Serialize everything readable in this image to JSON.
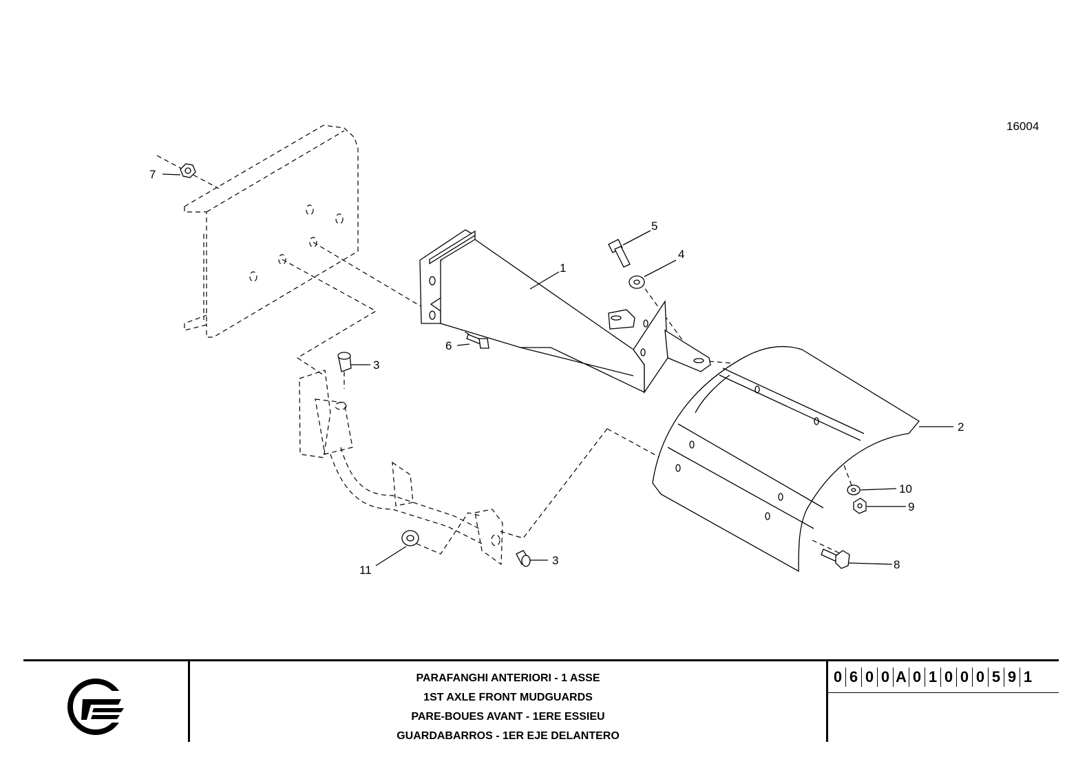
{
  "figure_number": "16004",
  "callouts": [
    "1",
    "2",
    "3",
    "3",
    "4",
    "5",
    "6",
    "7",
    "8",
    "9",
    "10",
    "11"
  ],
  "title_lines": [
    "PARAFANGHI ANTERIORI - 1 ASSE",
    "1ST AXLE FRONT MUDGUARDS",
    "PARE-BOUES AVANT - 1ERE ESSIEU",
    "GUARDABARROS - 1ER EJE DELANTERO"
  ],
  "drawing_code": [
    "0",
    "6",
    "0",
    "0",
    "A",
    "0",
    "1",
    "0",
    "0",
    "0",
    "5",
    "9",
    "1"
  ],
  "logo_icon": "company-logo-icon"
}
